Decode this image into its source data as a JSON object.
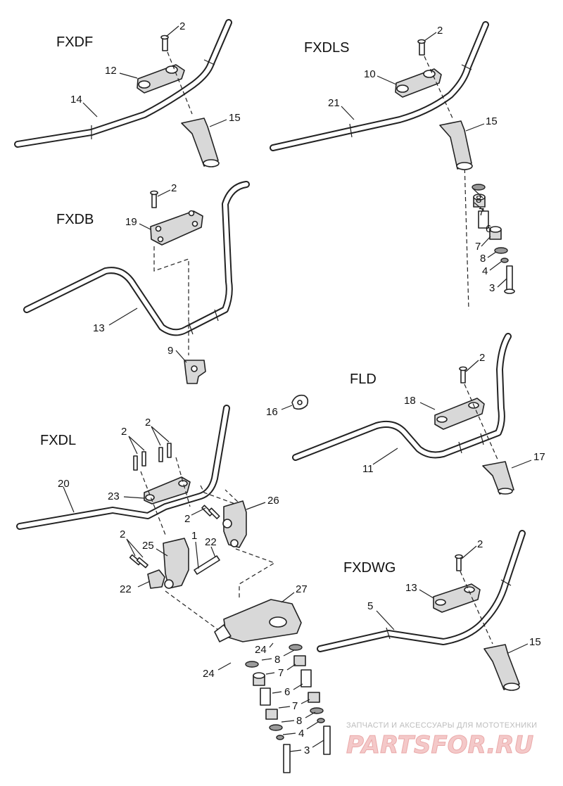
{
  "models": {
    "fxdf": "FXDF",
    "fxdls": "FXDLS",
    "fxdb": "FXDB",
    "fld": "FLD",
    "fxdl": "FXDL",
    "fxdwg": "FXDWG"
  },
  "callouts": {
    "fxdf": {
      "c2": "2",
      "c12": "12",
      "c14": "14",
      "c15": "15"
    },
    "fxdls": {
      "c2": "2",
      "c10": "10",
      "c21": "21",
      "c15": "15",
      "c8a": "8",
      "c7a": "7",
      "c6": "6",
      "c7b": "7",
      "c8b": "8",
      "c4": "4",
      "c3": "3"
    },
    "fxdb": {
      "c2": "2",
      "c19": "19",
      "c13": "13",
      "c9": "9"
    },
    "fld": {
      "c2": "2",
      "c18": "18",
      "c16": "16",
      "c11": "11",
      "c17": "17"
    },
    "fxdl": {
      "c2a": "2",
      "c2b": "2",
      "c20": "20",
      "c23": "23",
      "c2c": "2",
      "c26": "26",
      "c2d": "2",
      "c25": "25",
      "c1": "1",
      "c22a": "22",
      "c22b": "22",
      "c27": "27",
      "c24a": "24",
      "c24b": "24",
      "c8a": "8",
      "c7a": "7",
      "c6": "6",
      "c7b": "7",
      "c8b": "8",
      "c4": "4",
      "c3": "3"
    },
    "fxdwg": {
      "c2": "2",
      "c13": "13",
      "c5": "5",
      "c15": "15"
    }
  },
  "watermark": {
    "tagline": "ЗАПЧАСТИ И АКСЕССУАРЫ ДЛЯ МОТОТЕХНИКИ",
    "logo": "PARTSFOR.RU"
  }
}
